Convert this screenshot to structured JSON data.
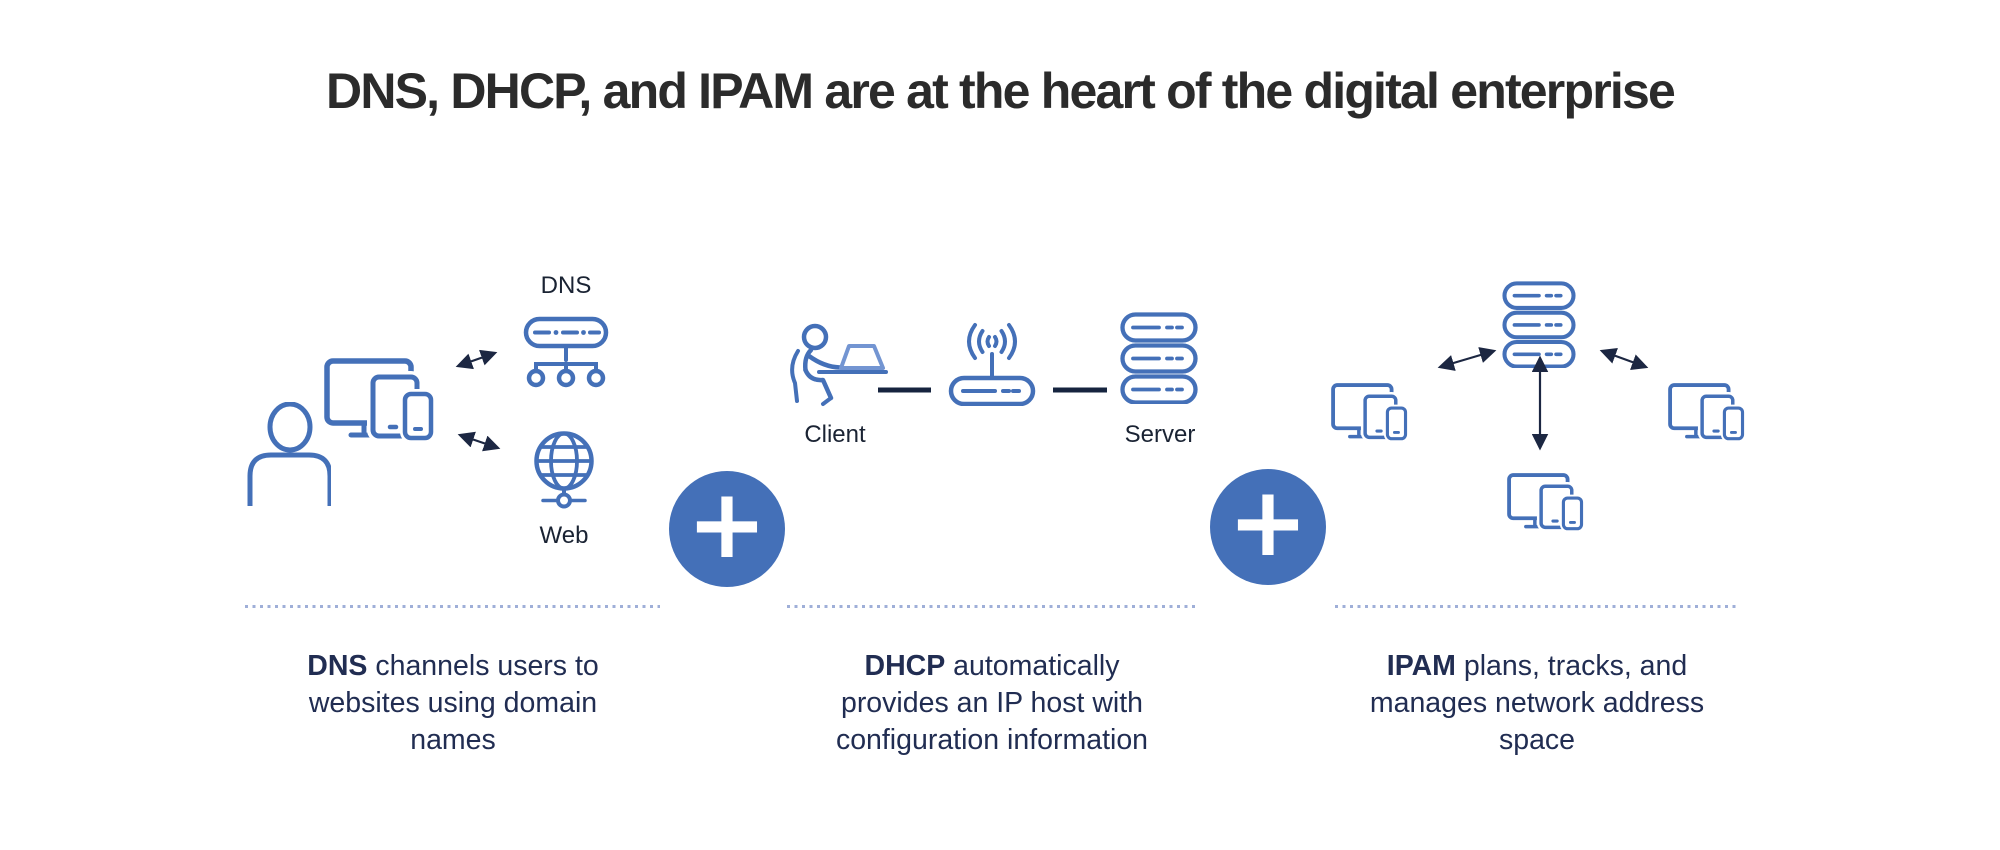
{
  "title": "DNS, DHCP, and IPAM are at the heart of the digital enterprise",
  "plus_symbol": "+",
  "columns": [
    {
      "id": "dns",
      "labels": {
        "top_icon": "DNS",
        "bottom_icon": "Web"
      },
      "blurb": {
        "term": "DNS",
        "line1_rest": " channels users to",
        "line2": "websites using domain",
        "line3": "names"
      }
    },
    {
      "id": "dhcp",
      "labels": {
        "client": "Client",
        "server": "Server"
      },
      "blurb": {
        "term": "DHCP",
        "line1_rest": " automatically",
        "line2": "provides an IP host with",
        "line3": "configuration information"
      }
    },
    {
      "id": "ipam",
      "blurb": {
        "term": "IPAM",
        "line1_rest": " plans, tracks, and",
        "line2": "manages network address",
        "line3": "space"
      }
    }
  ],
  "icons": {
    "user-icon": "person head and shoulders outline",
    "devices-icon": "monitor, tablet and phone group",
    "dns-server-icon": "server box with domain tree nodes",
    "globe-icon": "web globe with network node",
    "client-icon": "person seated at laptop",
    "router-icon": "wireless router with wifi signal",
    "server-stack-icon": "stack of three rack servers",
    "arrow-icon": "double-headed connection arrow",
    "plus-icon": "plus sign in filled circle"
  },
  "colors": {
    "icon_blue": "#4470b8",
    "laptop_blue": "#7395d2",
    "dark_navy": "#1c2742",
    "text_navy": "#212d52",
    "title_color": "#2b2b2b",
    "dotted_line": "#9fafd8",
    "plus_fill": "#4470b8",
    "background": "#ffffff"
  }
}
